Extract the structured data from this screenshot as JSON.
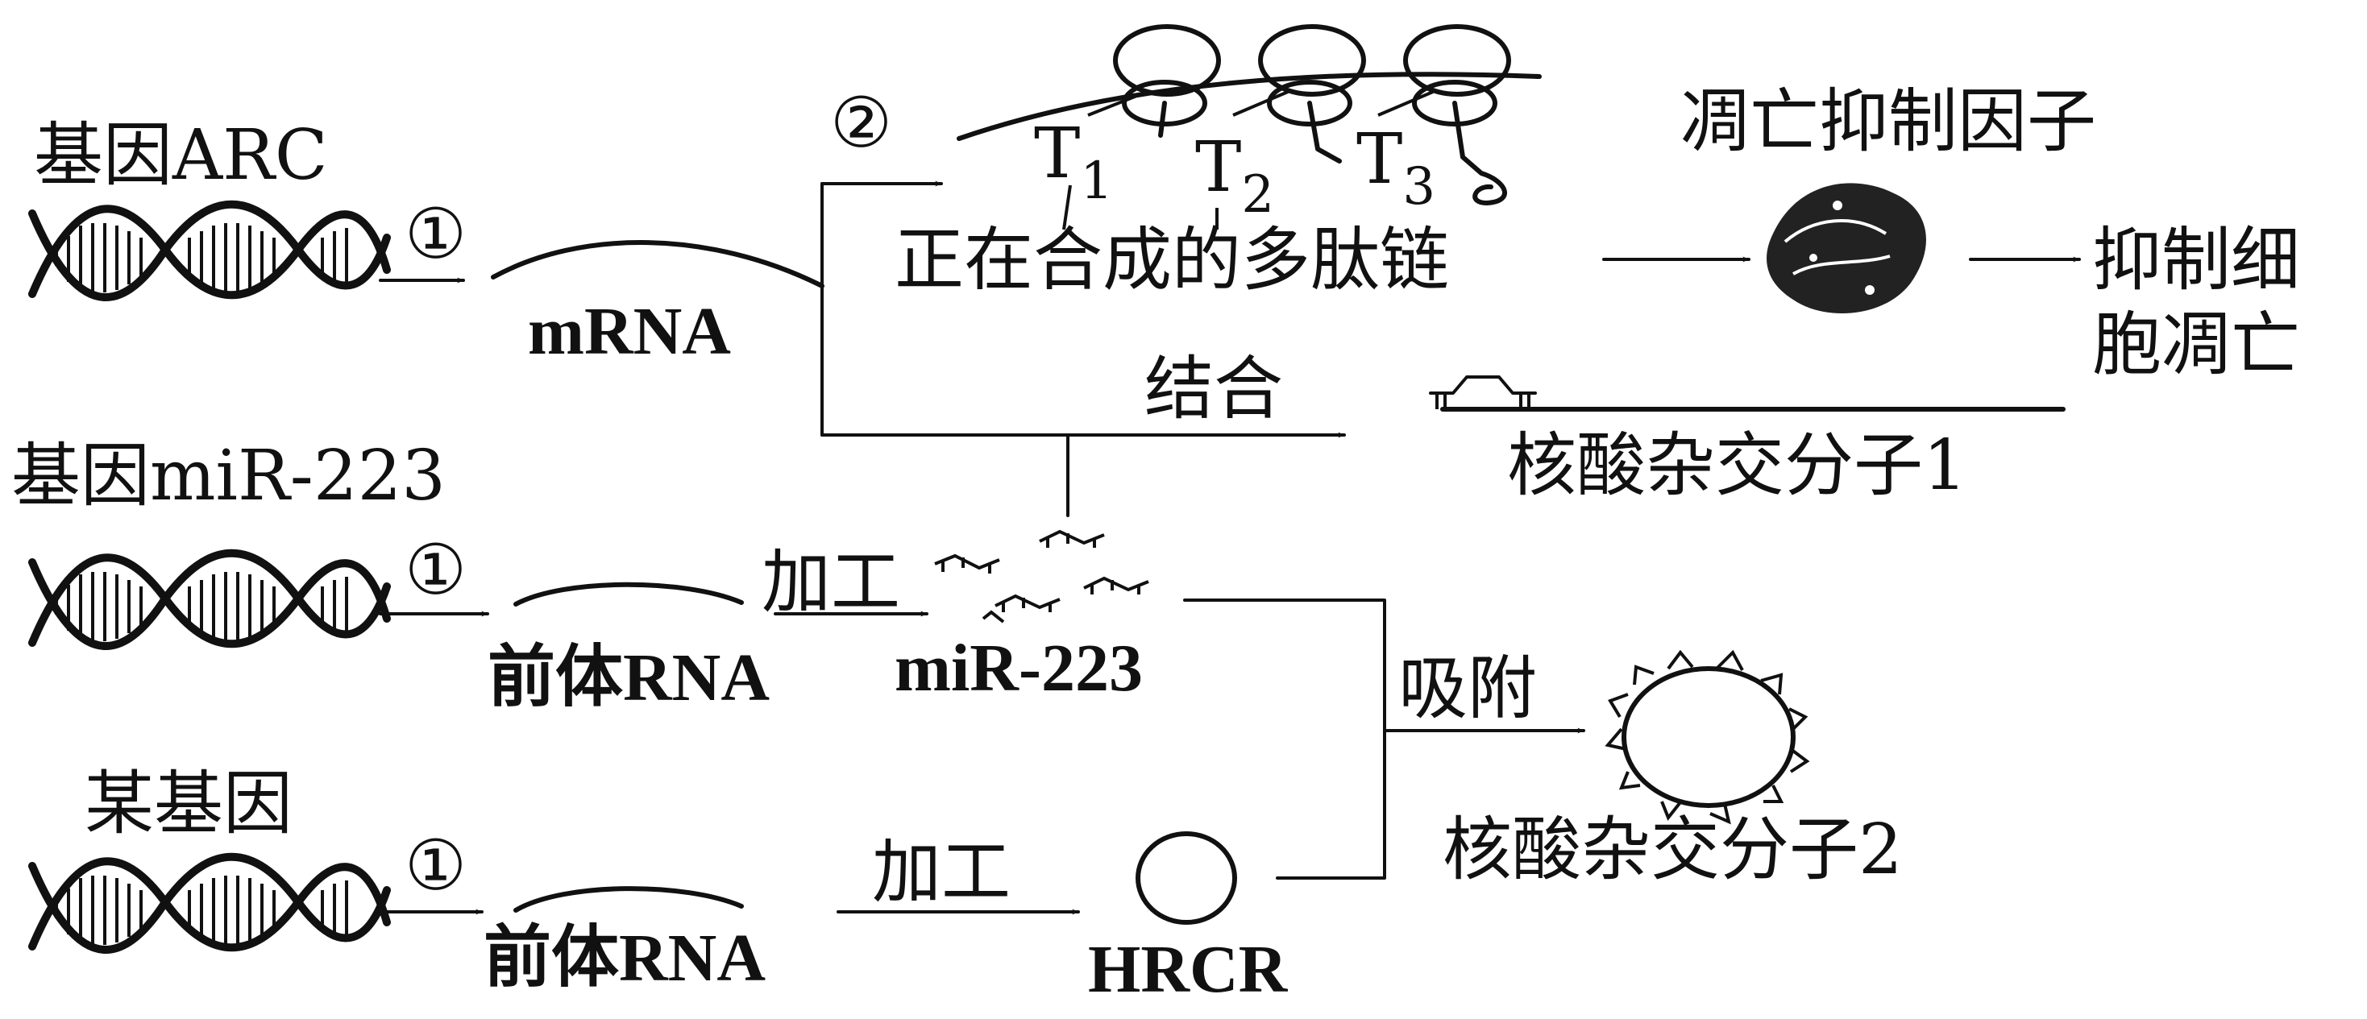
{
  "step1": "①",
  "step2": "②",
  "gene_arc": "基因ARC",
  "gene_mir": "基因miR-223",
  "gene_other": "某基因",
  "mrna": "mRNA",
  "pre_rna": "前体RNA",
  "mir223": "miR-223",
  "hrcr": "HRCR",
  "process": "加工",
  "bind": "结合",
  "adsorb": "吸附",
  "polypeptide": "正在合成的多肽链",
  "t1": "T",
  "t1_sub": "1",
  "t2": "T",
  "t2_sub": "2",
  "t3": "T",
  "t3_sub": "3",
  "apoptosis_inhibitor": "凋亡抑制因子",
  "inhibit_line1": "抑制细",
  "inhibit_line2": "胞凋亡",
  "hybrid1": "核酸杂交分子1",
  "hybrid2": "核酸杂交分子2"
}
